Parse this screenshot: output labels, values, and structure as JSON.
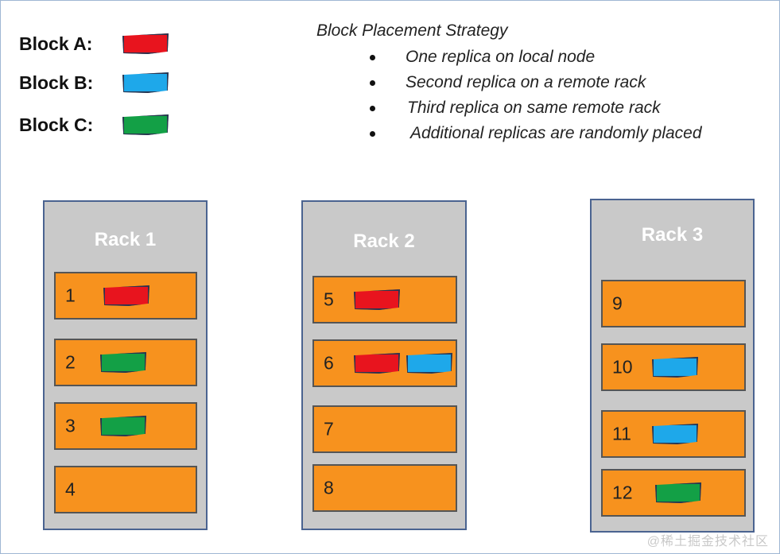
{
  "colors": {
    "block_a": "#e8141e",
    "block_b": "#1ea8ea",
    "block_c": "#13a046",
    "node": "#f7921e",
    "rack": "#c9c9c9"
  },
  "legend": [
    {
      "label": "Block A:",
      "color_key": "block_a"
    },
    {
      "label": "Block B:",
      "color_key": "block_b"
    },
    {
      "label": "Block C:",
      "color_key": "block_c"
    }
  ],
  "strategy": {
    "title": "Block Placement Strategy",
    "bullets": [
      "One replica on local node",
      "Second replica on a remote rack",
      "Third replica on same remote rack",
      "Additional replicas are randomly placed"
    ]
  },
  "racks": [
    {
      "title": "Rack 1",
      "nodes": [
        {
          "num": "1",
          "blocks": [
            "block_a"
          ]
        },
        {
          "num": "2",
          "blocks": [
            "block_c"
          ]
        },
        {
          "num": "3",
          "blocks": [
            "block_c"
          ]
        },
        {
          "num": "4",
          "blocks": []
        }
      ]
    },
    {
      "title": "Rack 2",
      "nodes": [
        {
          "num": "5",
          "blocks": [
            "block_a"
          ]
        },
        {
          "num": "6",
          "blocks": [
            "block_a",
            "block_b"
          ]
        },
        {
          "num": "7",
          "blocks": []
        },
        {
          "num": "8",
          "blocks": []
        }
      ]
    },
    {
      "title": "Rack 3",
      "nodes": [
        {
          "num": "9",
          "blocks": []
        },
        {
          "num": "10",
          "blocks": [
            "block_b"
          ]
        },
        {
          "num": "11",
          "blocks": [
            "block_b"
          ]
        },
        {
          "num": "12",
          "blocks": [
            "block_c"
          ]
        }
      ]
    }
  ],
  "watermark": "@稀土掘金技术社区"
}
